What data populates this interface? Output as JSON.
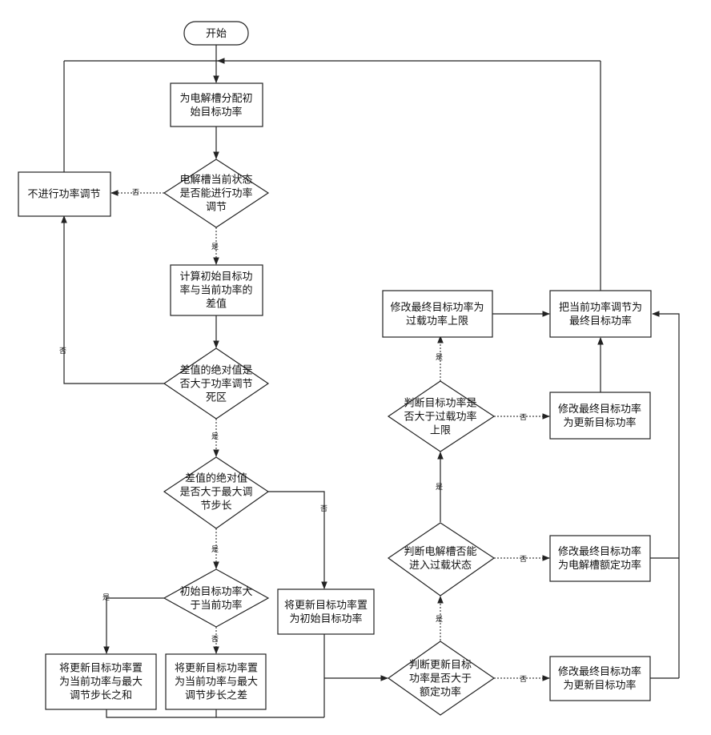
{
  "nodes": {
    "start": [
      "开始"
    ],
    "assign": [
      "为电解槽分配初",
      "始目标功率"
    ],
    "can_adjust": [
      "电解槽当前状态",
      "是否能进行功率",
      "调节"
    ],
    "no_adjust": [
      "不进行功率调节"
    ],
    "calc_diff": [
      "计算初始目标功",
      "率与当前功率的",
      "差值"
    ],
    "deadzone": [
      "差值的绝对值是",
      "否大于功率调节",
      "死区"
    ],
    "max_step": [
      "差值的绝对值",
      "是否大于最大调",
      "节步长"
    ],
    "init_gt_cur": [
      "初始目标功率大",
      "于当前功率"
    ],
    "set_init": [
      "将更新目标功率置",
      "为初始目标功率"
    ],
    "set_sum": [
      "将更新目标功率置",
      "为当前功率与最大",
      "调节步长之和"
    ],
    "set_diff": [
      "将更新目标功率置",
      "为当前功率与最大",
      "调节步长之差"
    ],
    "gt_rated": [
      "判断更新目标",
      "功率是否大于",
      "额定功率"
    ],
    "enter_overload": [
      "判断电解槽否能",
      "进入过载状态"
    ],
    "gt_overload": [
      "判断目标功率是",
      "否大于过载功率",
      "上限"
    ],
    "final_overload": [
      "修改最终目标功率为",
      "过载功率上限"
    ],
    "final_update1": [
      "修改最终目标功率",
      "为更新目标功率"
    ],
    "final_rated": [
      "修改最终目标功率",
      "为电解槽额定功率"
    ],
    "final_update2": [
      "修改最终目标功率",
      "为更新目标功率"
    ],
    "apply": [
      "把当前功率调节为",
      "最终目标功率"
    ]
  },
  "labels": {
    "no": "否",
    "yes": "是"
  }
}
